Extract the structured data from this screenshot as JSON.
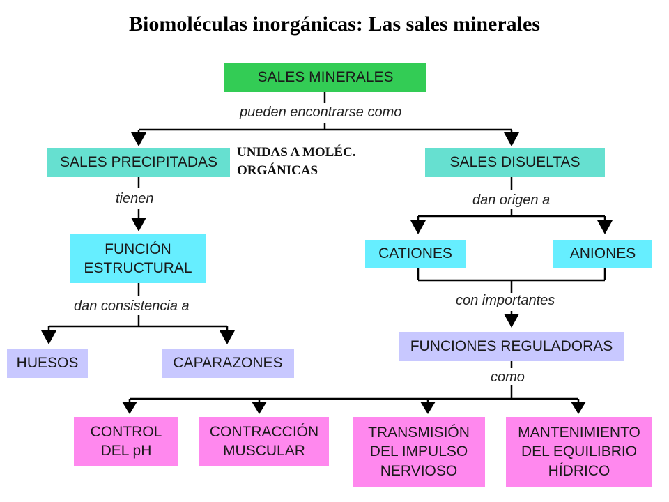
{
  "title": "Biomoléculas inorgánicas: Las sales minerales",
  "root": "SALES MINERALES",
  "labels": {
    "encontrarse": "pueden encontrarse como",
    "tienen": "tienen",
    "dan_origen": "dan origen a",
    "consistencia": "dan consistencia a",
    "importantes": "con importantes",
    "como": "como"
  },
  "note": {
    "line1": "UNIDAS A MOLÉC.",
    "line2": "ORGÁNICAS"
  },
  "nodes": {
    "precipitadas": "SALES PRECIPITADAS",
    "disueltas": "SALES DISUELTAS",
    "funcion_estructural": [
      "FUNCIÓN",
      "ESTRUCTURAL"
    ],
    "cationes": "CATIONES",
    "aniones": "ANIONES",
    "huesos": "HUESOS",
    "caparazones": "CAPARAZONES",
    "reguladoras": "FUNCIONES REGULADORAS",
    "ph": [
      "CONTROL",
      "DEL pH"
    ],
    "muscular": [
      "CONTRACCIÓN",
      "MUSCULAR"
    ],
    "impulso": [
      "TRANSMISIÓN",
      "DEL IMPULSO",
      "NERVIOSO"
    ],
    "hidrico": [
      "MANTENIMIENTO",
      "DEL EQUILIBRIO",
      "HÍDRICO"
    ]
  },
  "colors": {
    "root": "#33cc55",
    "level1": "#66e0d0",
    "level2": "#66eeff",
    "level3": "#c8c8ff",
    "leaf": "#ff88ee"
  }
}
